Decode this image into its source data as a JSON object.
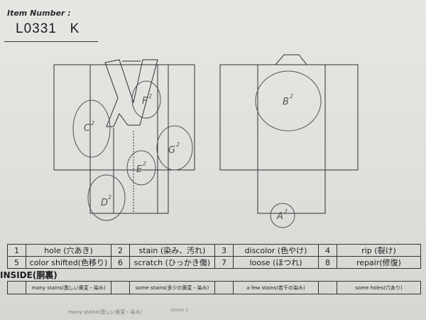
{
  "header": {
    "item_label": "Item Number :",
    "item_number": "L0331   K"
  },
  "markers": {
    "C": "C",
    "F": "F",
    "G": "G",
    "E": "E",
    "D": "D",
    "B": "B",
    "A": "A",
    "sub": "2"
  },
  "legend": [
    {
      "num": "1",
      "label": "hole (穴あき)"
    },
    {
      "num": "2",
      "label": "stain (染み、汚れ)"
    },
    {
      "num": "3",
      "label": "discolor (色やけ)"
    },
    {
      "num": "4",
      "label": "rip (裂け)"
    },
    {
      "num": "5",
      "label": "color shifted(色移り)"
    },
    {
      "num": "6",
      "label": "scratch (ひっかき傷)"
    },
    {
      "num": "7",
      "label": "loose (ほつれ)"
    },
    {
      "num": "8",
      "label": "repair(修復)"
    }
  ],
  "inside": {
    "title": "INSIDE(胴裏)",
    "levels": [
      "many stains(激しい黄変・染み)",
      "some stains(多少の黄変・染み)",
      "a few stains(若干の染み)",
      "some holes(穴あり)"
    ],
    "ghost_text": "many stains(激しい黄変・染み)",
    "ghost_text2": "some s"
  }
}
